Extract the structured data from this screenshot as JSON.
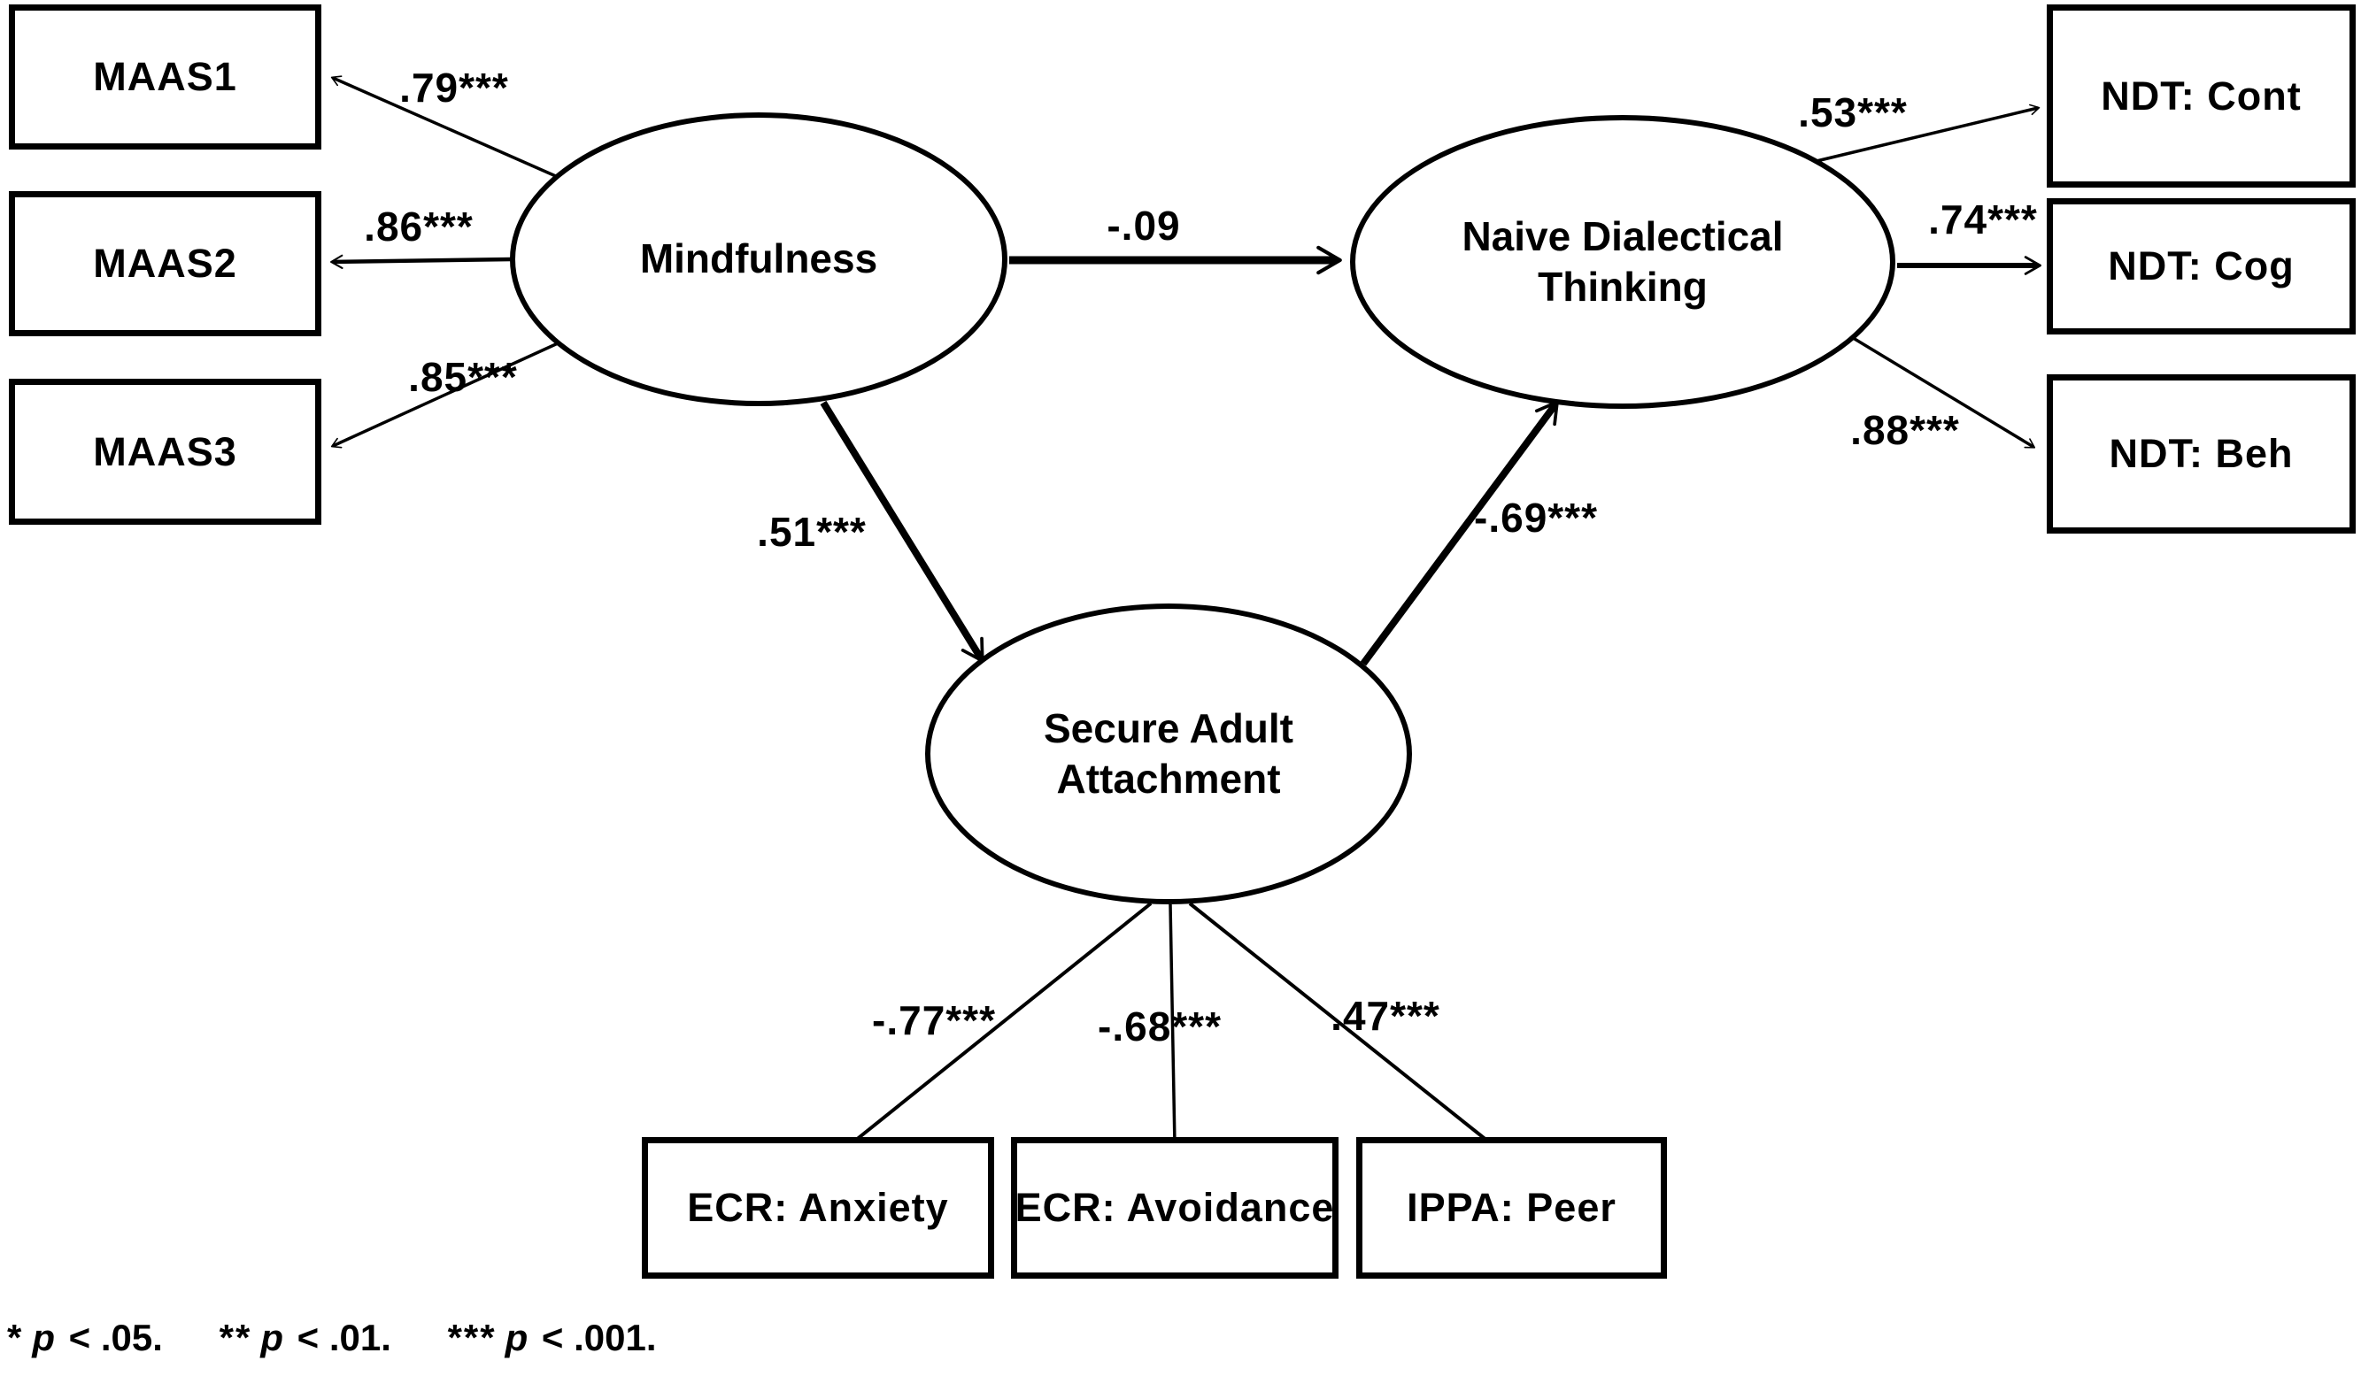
{
  "figure_type": "structural-equation-model-path-diagram",
  "colors": {
    "ink": "#000000",
    "background": "#ffffff"
  },
  "nodes": {
    "mindfulness": {
      "label": "Mindfulness"
    },
    "ndt": {
      "line1": "Naive Dialectical",
      "line2": "Thinking"
    },
    "saa": {
      "line1": "Secure Adult",
      "line2": "Attachment"
    },
    "maas1": {
      "label": "MAAS1"
    },
    "maas2": {
      "label": "MAAS2"
    },
    "maas3": {
      "label": "MAAS3"
    },
    "ndt_cont": {
      "label": "NDT: Cont"
    },
    "ndt_cog": {
      "label": "NDT: Cog"
    },
    "ndt_beh": {
      "label": "NDT: Beh"
    },
    "ecr_anxiety": {
      "label": "ECR: Anxiety"
    },
    "ecr_avoidance": {
      "label": "ECR: Avoidance"
    },
    "ippa_peer": {
      "label": "IPPA: Peer"
    }
  },
  "coefs": {
    "maas1": ".79***",
    "maas2": ".86***",
    "maas3": ".85***",
    "mind_to_ndt": "-.09",
    "mind_to_saa": ".51***",
    "saa_to_ndt": "-.69***",
    "ndt_cont": ".53***",
    "ndt_cog": ".74***",
    "ndt_beh": ".88***",
    "ecr_anxiety": "-.77***",
    "ecr_avoidance": "-.68***",
    "ippa_peer": ".47***"
  },
  "footnote": {
    "sig1": {
      "stars": "*",
      "p": "p",
      "rest": " < .05."
    },
    "sig2": {
      "stars": "**",
      "p": "p",
      "rest": " < .01."
    },
    "sig3": {
      "stars": "***",
      "p": "p",
      "rest": " < .001."
    }
  }
}
